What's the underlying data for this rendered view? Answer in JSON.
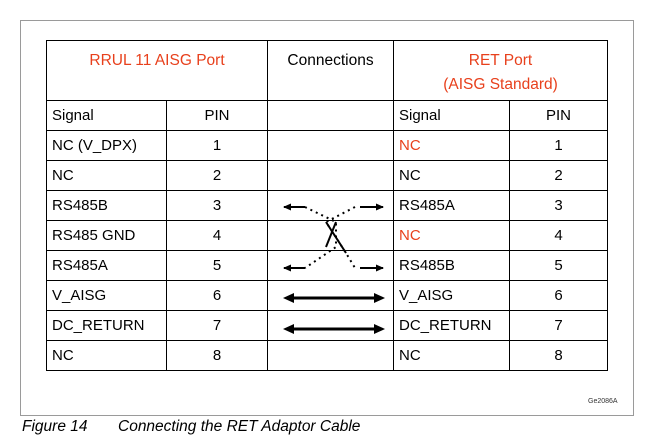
{
  "header": {
    "left_port": "RRUL 11 AISG Port",
    "connections": "Connections",
    "right_port_line1": "RET Port",
    "right_port_line2": "(AISG Standard)"
  },
  "subheader": {
    "signal_left": "Signal",
    "pin_left": "PIN",
    "signal_right": "Signal",
    "pin_right": "PIN"
  },
  "rows": [
    {
      "left_signal": "NC (V_DPX)",
      "left_pin": "1",
      "right_signal": "NC",
      "right_pin": "1",
      "right_highlight": true
    },
    {
      "left_signal": "NC",
      "left_pin": "2",
      "right_signal": "NC",
      "right_pin": "2",
      "right_highlight": false
    },
    {
      "left_signal": "RS485B",
      "left_pin": "3",
      "right_signal": "RS485A",
      "right_pin": "3",
      "right_highlight": false
    },
    {
      "left_signal": "RS485 GND",
      "left_pin": "4",
      "right_signal": "NC",
      "right_pin": "4",
      "right_highlight": true
    },
    {
      "left_signal": "RS485A",
      "left_pin": "5",
      "right_signal": "RS485B",
      "right_pin": "5",
      "right_highlight": false
    },
    {
      "left_signal": "V_AISG",
      "left_pin": "6",
      "right_signal": "V_AISG",
      "right_pin": "6",
      "right_highlight": false
    },
    {
      "left_signal": "DC_RETURN",
      "left_pin": "7",
      "right_signal": "DC_RETURN",
      "right_pin": "7",
      "right_highlight": false
    },
    {
      "left_signal": "NC",
      "left_pin": "8",
      "right_signal": "NC",
      "right_pin": "8",
      "right_highlight": false
    }
  ],
  "figure_code": "Ge2086A",
  "caption": {
    "number": "Figure 14",
    "text": "Connecting the RET Adaptor Cable"
  },
  "colors": {
    "header_red": "#e8401c",
    "border": "#000000"
  }
}
